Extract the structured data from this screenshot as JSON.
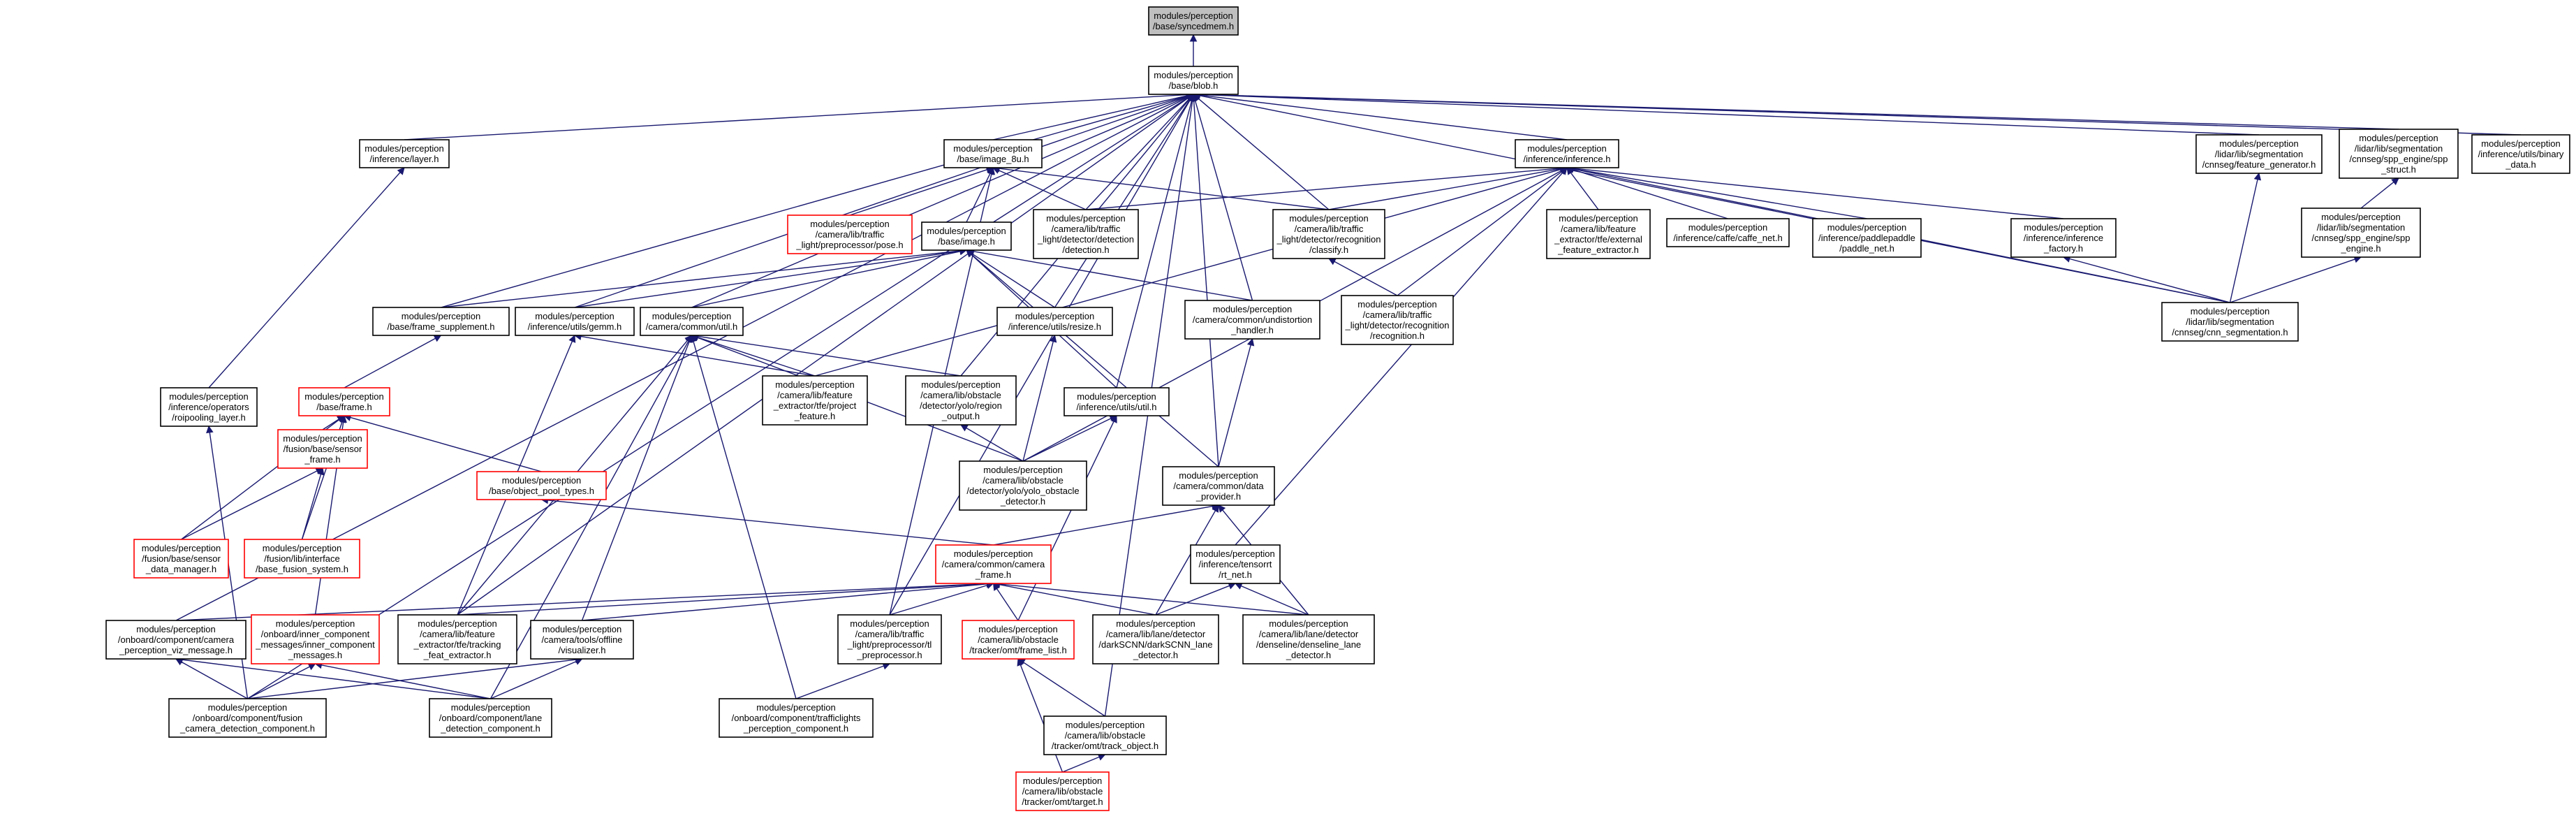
{
  "colors": {
    "edge": "#191970",
    "node_border": "#000000",
    "node_border_incomplete": "#ff0000",
    "root_fill": "#bfbfbf",
    "background": "#ffffff"
  },
  "nodes": {
    "syncedmem": {
      "lines": [
        "modules/perception",
        "/base/syncedmem.h"
      ]
    },
    "blob": {
      "lines": [
        "modules/perception",
        "/base/blob.h"
      ]
    },
    "layer": {
      "lines": [
        "modules/perception",
        "/inference/layer.h"
      ]
    },
    "image8u": {
      "lines": [
        "modules/perception",
        "/base/image_8u.h"
      ]
    },
    "inference": {
      "lines": [
        "modules/perception",
        "/inference/inference.h"
      ]
    },
    "featgen": {
      "lines": [
        "modules/perception",
        "/lidar/lib/segmentation",
        "/cnnseg/feature_generator.h"
      ]
    },
    "sppstruct": {
      "lines": [
        "modules/perception",
        "/lidar/lib/segmentation",
        "/cnnseg/spp_engine/spp",
        "_struct.h"
      ]
    },
    "binary": {
      "lines": [
        "modules/perception",
        "/inference/utils/binary",
        "_data.h"
      ]
    },
    "preproc": {
      "lines": [
        "modules/perception",
        "/camera/lib/traffic",
        "_light/preprocessor/pose.h"
      ]
    },
    "tldetection": {
      "lines": [
        "modules/perception",
        "/camera/lib/traffic",
        "_light/detector/detection",
        "/detection.h"
      ]
    },
    "classify": {
      "lines": [
        "modules/perception",
        "/camera/lib/traffic",
        "_light/detector/recognition",
        "/classify.h"
      ]
    },
    "image": {
      "lines": [
        "modules/perception",
        "/base/image.h"
      ]
    },
    "extfeat": {
      "lines": [
        "modules/perception",
        "/camera/lib/feature",
        "_extractor/tfe/external",
        "_feature_extractor.h"
      ]
    },
    "caffenet": {
      "lines": [
        "modules/perception",
        "/inference/caffe/caffe_net.h"
      ]
    },
    "paddlenet": {
      "lines": [
        "modules/perception",
        "/inference/paddlepaddle",
        "/paddle_net.h"
      ]
    },
    "inffactory": {
      "lines": [
        "modules/perception",
        "/inference/inference",
        "_factory.h"
      ]
    },
    "sppengine": {
      "lines": [
        "modules/perception",
        "/lidar/lib/segmentation",
        "/cnnseg/spp_engine/spp",
        "_engine.h"
      ]
    },
    "framesupp": {
      "lines": [
        "modules/perception",
        "/base/frame_supplement.h"
      ]
    },
    "gemm": {
      "lines": [
        "modules/perception",
        "/inference/utils/gemm.h"
      ]
    },
    "camutil": {
      "lines": [
        "modules/perception",
        "/camera/common/util.h"
      ]
    },
    "resize": {
      "lines": [
        "modules/perception",
        "/inference/utils/resize.h"
      ]
    },
    "undistort": {
      "lines": [
        "modules/perception",
        "/camera/common/undistortion",
        "_handler.h"
      ]
    },
    "recognition": {
      "lines": [
        "modules/perception",
        "/camera/lib/traffic",
        "_light/detector/recognition",
        "/recognition.h"
      ]
    },
    "cnnseg": {
      "lines": [
        "modules/perception",
        "/lidar/lib/segmentation",
        "/cnnseg/cnn_segmentation.h"
      ]
    },
    "roipool": {
      "lines": [
        "modules/perception",
        "/inference/operators",
        "/roipooling_layer.h"
      ]
    },
    "frame": {
      "lines": [
        "modules/perception",
        "/base/frame.h"
      ]
    },
    "projfeat": {
      "lines": [
        "modules/perception",
        "/camera/lib/feature",
        "_extractor/tfe/project",
        "_feature.h"
      ]
    },
    "regionout": {
      "lines": [
        "modules/perception",
        "/camera/lib/obstacle",
        "/detector/yolo/region",
        "_output.h"
      ]
    },
    "infutil": {
      "lines": [
        "modules/perception",
        "/inference/utils/util.h"
      ]
    },
    "sensorframe": {
      "lines": [
        "modules/perception",
        "/fusion/base/sensor",
        "_frame.h"
      ]
    },
    "objpool": {
      "lines": [
        "modules/perception",
        "/base/object_pool_types.h"
      ]
    },
    "yolodet": {
      "lines": [
        "modules/perception",
        "/camera/lib/obstacle",
        "/detector/yolo/yolo_obstacle",
        "_detector.h"
      ]
    },
    "dataprov": {
      "lines": [
        "modules/perception",
        "/camera/common/data",
        "_provider.h"
      ]
    },
    "sensordm": {
      "lines": [
        "modules/perception",
        "/fusion/base/sensor",
        "_data_manager.h"
      ]
    },
    "basefusion": {
      "lines": [
        "modules/perception",
        "/fusion/lib/interface",
        "/base_fusion_system.h"
      ]
    },
    "camframe": {
      "lines": [
        "modules/perception",
        "/camera/common/camera",
        "_frame.h"
      ]
    },
    "rtnet": {
      "lines": [
        "modules/perception",
        "/inference/tensorrt",
        "/rt_net.h"
      ]
    },
    "vizmsg": {
      "lines": [
        "modules/perception",
        "/onboard/component/camera",
        "_perception_viz_message.h"
      ]
    },
    "innermsg": {
      "lines": [
        "modules/perception",
        "/onboard/inner_component",
        "_messages/inner_component",
        "_messages.h"
      ]
    },
    "tfefeat": {
      "lines": [
        "modules/perception",
        "/camera/lib/feature",
        "_extractor/tfe/tracking",
        "_feat_extractor.h"
      ]
    },
    "visualizer": {
      "lines": [
        "modules/perception",
        "/camera/tools/offline",
        "/visualizer.h"
      ]
    },
    "tlpreproc": {
      "lines": [
        "modules/perception",
        "/camera/lib/traffic",
        "_light/preprocessor/tl",
        "_preprocessor.h"
      ]
    },
    "framelist": {
      "lines": [
        "modules/perception",
        "/camera/lib/obstacle",
        "/tracker/omt/frame_list.h"
      ]
    },
    "darkscnn": {
      "lines": [
        "modules/perception",
        "/camera/lib/lane/detector",
        "/darkSCNN/darkSCNN_lane",
        "_detector.h"
      ]
    },
    "denseline": {
      "lines": [
        "modules/perception",
        "/camera/lib/lane/detector",
        "/denseline/denseline_lane",
        "_detector.h"
      ]
    },
    "fusioncam": {
      "lines": [
        "modules/perception",
        "/onboard/component/fusion",
        "_camera_detection_component.h"
      ]
    },
    "lanedet": {
      "lines": [
        "modules/perception",
        "/onboard/component/lane",
        "_detection_component.h"
      ]
    },
    "tlcomp": {
      "lines": [
        "modules/perception",
        "/onboard/component/trafficlights",
        "_perception_component.h"
      ]
    },
    "trackobj": {
      "lines": [
        "modules/perception",
        "/camera/lib/obstacle",
        "/tracker/omt/track_object.h"
      ]
    },
    "target": {
      "lines": [
        "modules/perception",
        "/camera/lib/obstacle",
        "/tracker/omt/target.h"
      ]
    }
  },
  "edges": [
    [
      "blob",
      "syncedmem"
    ],
    [
      "layer",
      "blob"
    ],
    [
      "image8u",
      "blob"
    ],
    [
      "inference",
      "blob"
    ],
    [
      "featgen",
      "blob"
    ],
    [
      "sppstruct",
      "blob"
    ],
    [
      "binary",
      "blob"
    ],
    [
      "tldetection",
      "blob"
    ],
    [
      "classify",
      "blob"
    ],
    [
      "framesupp",
      "blob"
    ],
    [
      "gemm",
      "blob"
    ],
    [
      "camutil",
      "blob"
    ],
    [
      "resize",
      "blob"
    ],
    [
      "undistort",
      "blob"
    ],
    [
      "cnnseg",
      "blob"
    ],
    [
      "regionout",
      "blob"
    ],
    [
      "infutil",
      "blob"
    ],
    [
      "dataprov",
      "blob"
    ],
    [
      "tlpreproc",
      "blob"
    ],
    [
      "vizmsg",
      "blob"
    ],
    [
      "tfefeat",
      "blob"
    ],
    [
      "trackobj",
      "blob"
    ],
    [
      "fusioncam",
      "blob"
    ],
    [
      "roipool",
      "layer"
    ],
    [
      "preproc",
      "image8u"
    ],
    [
      "tldetection",
      "image8u"
    ],
    [
      "classify",
      "image8u"
    ],
    [
      "image",
      "image8u"
    ],
    [
      "tlpreproc",
      "image8u"
    ],
    [
      "tldetection",
      "inference"
    ],
    [
      "classify",
      "inference"
    ],
    [
      "extfeat",
      "inference"
    ],
    [
      "caffenet",
      "inference"
    ],
    [
      "paddlenet",
      "inference"
    ],
    [
      "inffactory",
      "inference"
    ],
    [
      "recognition",
      "inference"
    ],
    [
      "cnnseg",
      "inference"
    ],
    [
      "projfeat",
      "inference"
    ],
    [
      "yolodet",
      "inference"
    ],
    [
      "rtnet",
      "inference"
    ],
    [
      "cnnseg",
      "featgen"
    ],
    [
      "sppengine",
      "sppstruct"
    ],
    [
      "cnnseg",
      "sppengine"
    ],
    [
      "cnnseg",
      "inffactory"
    ],
    [
      "recognition",
      "classify"
    ],
    [
      "framesupp",
      "image"
    ],
    [
      "gemm",
      "image"
    ],
    [
      "camutil",
      "image"
    ],
    [
      "resize",
      "image"
    ],
    [
      "undistort",
      "image"
    ],
    [
      "infutil",
      "image"
    ],
    [
      "dataprov",
      "image"
    ],
    [
      "frame",
      "framesupp"
    ],
    [
      "projfeat",
      "gemm"
    ],
    [
      "tfefeat",
      "gemm"
    ],
    [
      "projfeat",
      "camutil"
    ],
    [
      "regionout",
      "camutil"
    ],
    [
      "yolodet",
      "camutil"
    ],
    [
      "visualizer",
      "camutil"
    ],
    [
      "tfefeat",
      "camutil"
    ],
    [
      "tlcomp",
      "camutil"
    ],
    [
      "lanedet",
      "camutil"
    ],
    [
      "yolodet",
      "resize"
    ],
    [
      "dataprov",
      "undistort"
    ],
    [
      "yolodet",
      "infutil"
    ],
    [
      "framelist",
      "infutil"
    ],
    [
      "yolodet",
      "regionout"
    ],
    [
      "sensorframe",
      "frame"
    ],
    [
      "objpool",
      "frame"
    ],
    [
      "sensordm",
      "frame"
    ],
    [
      "basefusion",
      "frame"
    ],
    [
      "innermsg",
      "frame"
    ],
    [
      "sensordm",
      "sensorframe"
    ],
    [
      "basefusion",
      "sensorframe"
    ],
    [
      "camframe",
      "objpool"
    ],
    [
      "camframe",
      "dataprov"
    ],
    [
      "darkscnn",
      "dataprov"
    ],
    [
      "denseline",
      "dataprov"
    ],
    [
      "darkscnn",
      "rtnet"
    ],
    [
      "denseline",
      "rtnet"
    ],
    [
      "vizmsg",
      "camframe"
    ],
    [
      "tfefeat",
      "camframe"
    ],
    [
      "visualizer",
      "camframe"
    ],
    [
      "tlpreproc",
      "camframe"
    ],
    [
      "framelist",
      "camframe"
    ],
    [
      "darkscnn",
      "camframe"
    ],
    [
      "denseline",
      "camframe"
    ],
    [
      "fusioncam",
      "vizmsg"
    ],
    [
      "lanedet",
      "vizmsg"
    ],
    [
      "fusioncam",
      "innermsg"
    ],
    [
      "lanedet",
      "innermsg"
    ],
    [
      "fusioncam",
      "visualizer"
    ],
    [
      "lanedet",
      "visualizer"
    ],
    [
      "tlcomp",
      "tlpreproc"
    ],
    [
      "trackobj",
      "framelist"
    ],
    [
      "target",
      "framelist"
    ],
    [
      "target",
      "trackobj"
    ],
    [
      "fusioncam",
      "roipool"
    ]
  ]
}
